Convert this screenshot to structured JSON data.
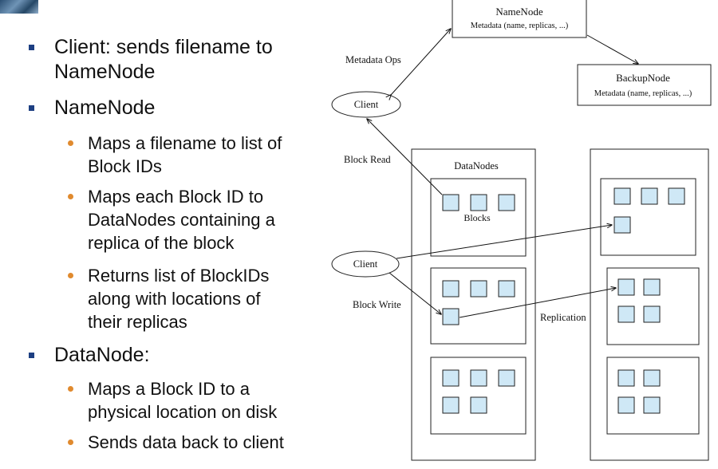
{
  "bullets": {
    "client": "Client:  sends filename to\nNameNode",
    "namenode": "NameNode",
    "nn_maps_filename": "Maps a filename to list of\nBlock IDs",
    "nn_maps_blockid": "Maps each Block ID to\nDataNodes containing a\nreplica of the block",
    "nn_returns": "Returns list of BlockIDs\nalong with locations of\ntheir replicas",
    "datanode": "DataNode:",
    "dn_maps": "Maps a Block ID to a\nphysical location on disk",
    "dn_sends": "Sends data back to client"
  },
  "diagram": {
    "namenode_title": "NameNode",
    "namenode_meta": "Metadata (name, replicas, ...)",
    "backupnode_title": "BackupNode",
    "backupnode_meta": "Metadata (name, replicas, ...)",
    "metadata_ops": "Metadata Ops",
    "client_top": "Client",
    "block_read": "Block Read",
    "datanodes": "DataNodes",
    "blocks": "Blocks",
    "client_bottom": "Client",
    "block_write": "Block Write",
    "replication": "Replication"
  },
  "colors": {
    "block_fill": "#cfe8f6",
    "bullet_main": "#1d3f82",
    "bullet_sub": "#e08a2e"
  }
}
